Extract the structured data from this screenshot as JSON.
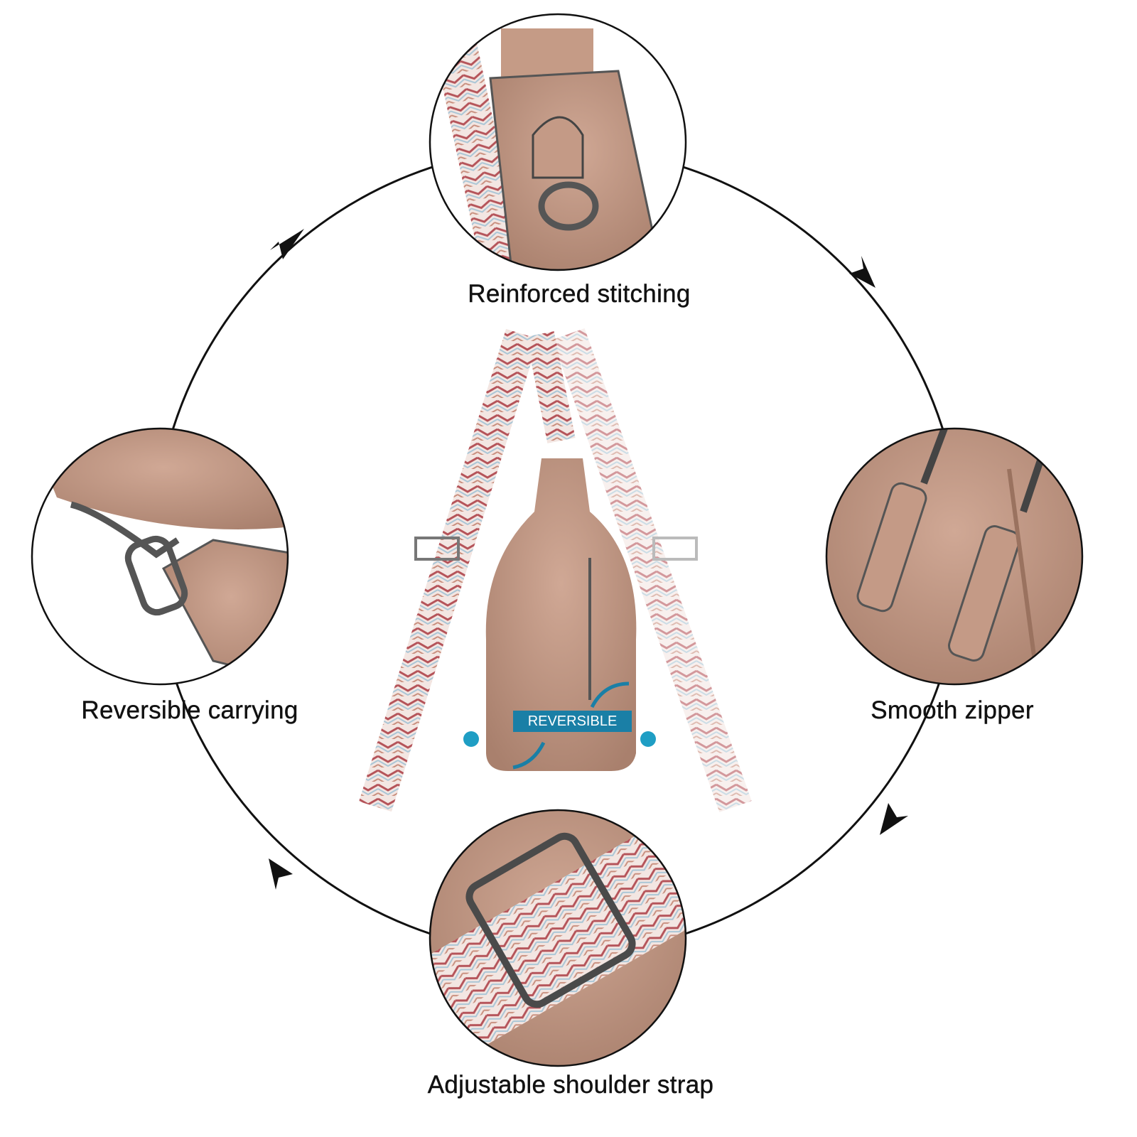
{
  "features": [
    {
      "label": "Reinforced stitching",
      "icon": "d-ring-closeup"
    },
    {
      "label": "Smooth zipper",
      "icon": "zipper-pull-closeup"
    },
    {
      "label": "Adjustable shoulder strap",
      "icon": "strap-buckle-closeup"
    },
    {
      "label": "Reversible carrying",
      "icon": "swivel-clasp-closeup"
    }
  ],
  "center": {
    "badge": "REVERSIBLE"
  },
  "colors": {
    "leather": "#c49a86",
    "badge": "#1a7fa6",
    "accent_dot": "#1f9ec4",
    "ring": "#111111",
    "strap_red": "#b5545a",
    "strap_blue": "#a9c6d6"
  }
}
